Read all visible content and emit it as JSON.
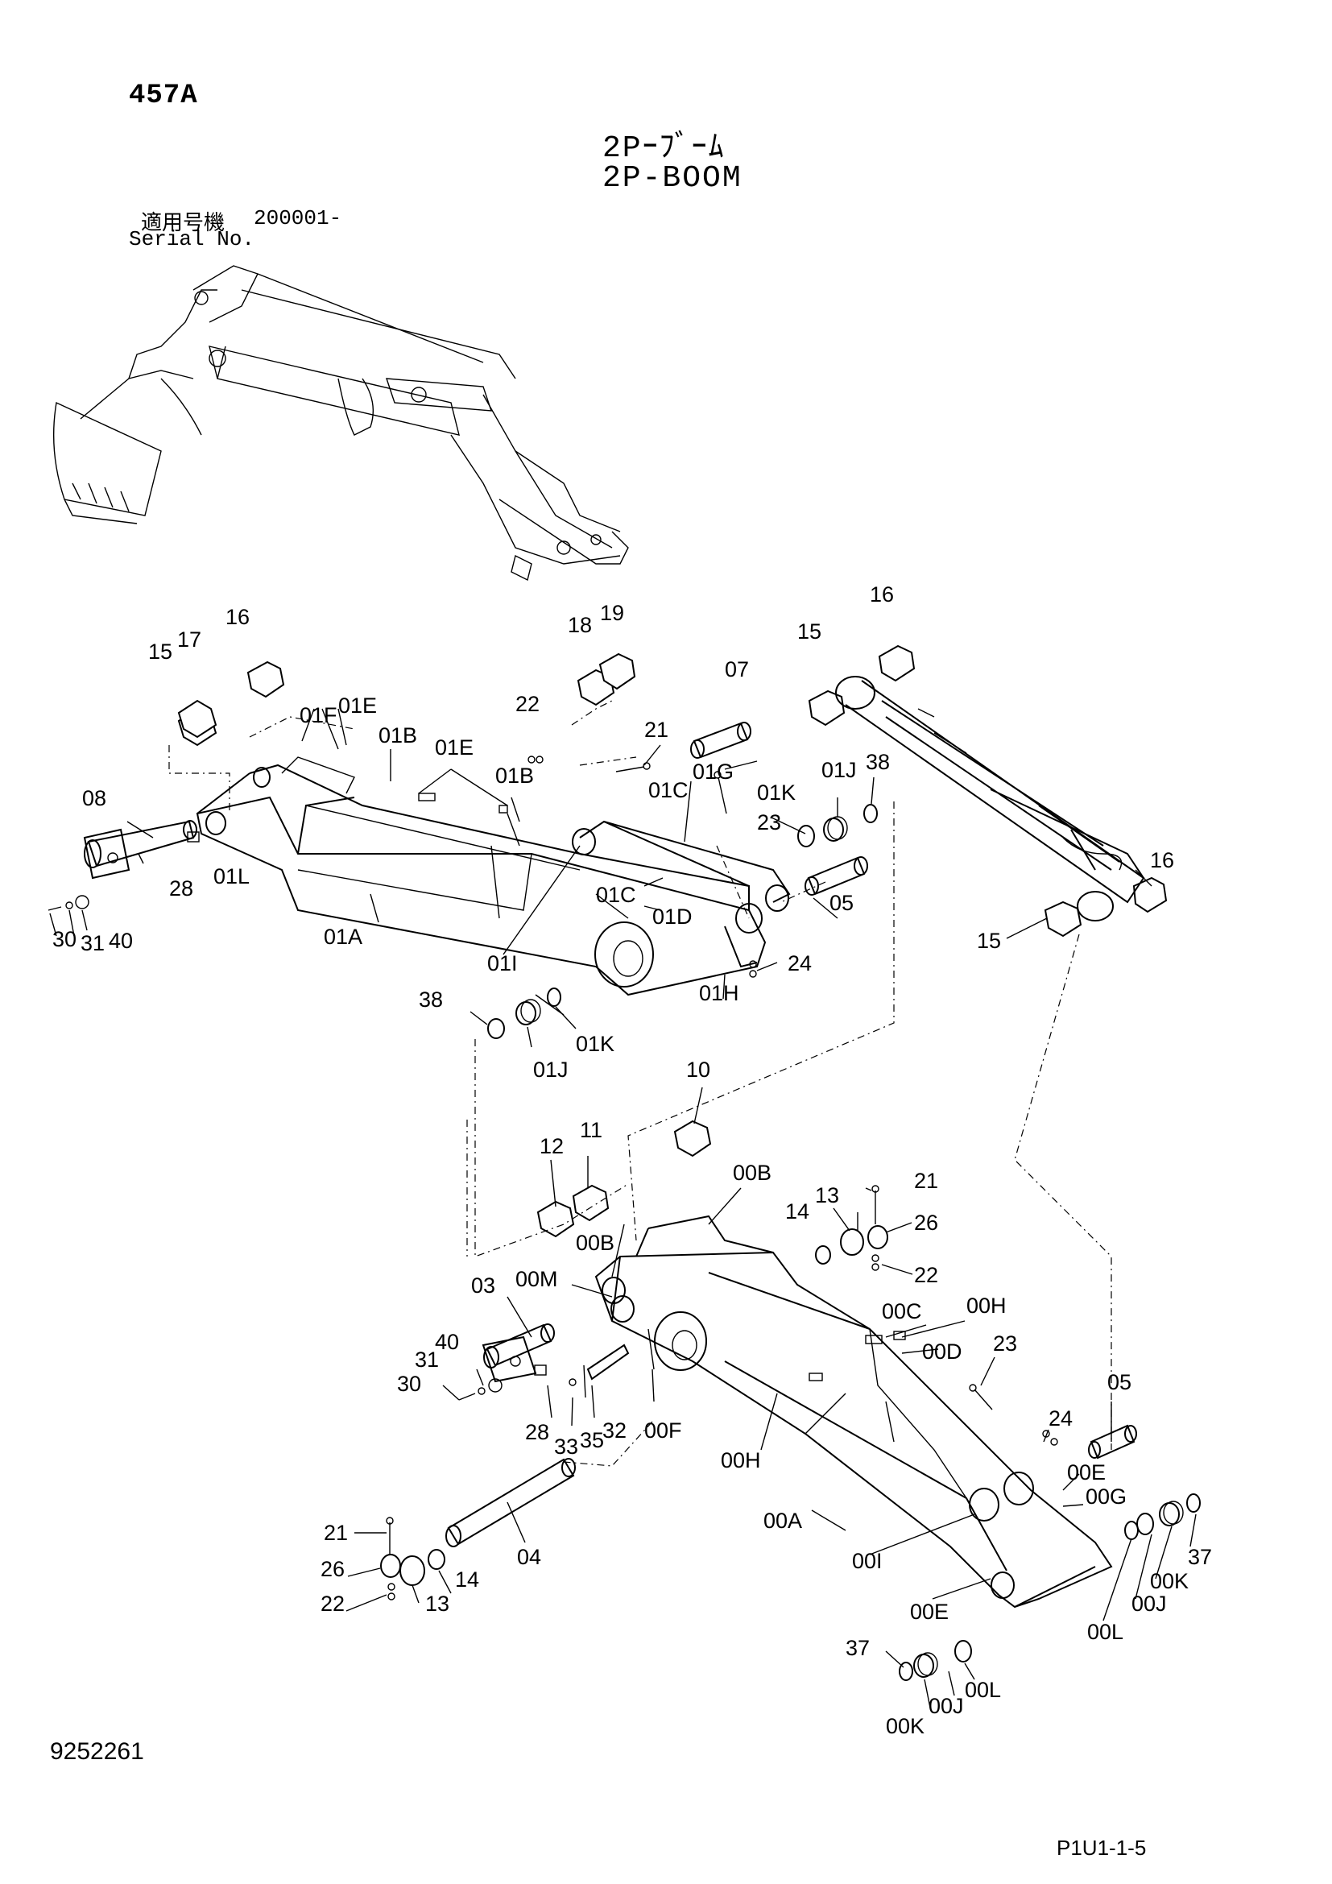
{
  "header": {
    "page_no": "457A",
    "title_jp": "2Pｰﾌﾞｰﾑ",
    "title_en": "2P-BOOM",
    "serial_label_jp": "適用号機",
    "serial_value": "200001-",
    "serial_label_en": "Serial No."
  },
  "footer": {
    "doc_no": "9252261",
    "page_ref": "P1U1-1-5"
  },
  "callouts": [
    {
      "id": "c15a",
      "text": "15"
    },
    {
      "id": "c17",
      "text": "17"
    },
    {
      "id": "c16a",
      "text": "16"
    },
    {
      "id": "c18",
      "text": "18"
    },
    {
      "id": "c19",
      "text": "19"
    },
    {
      "id": "c16b",
      "text": "16"
    },
    {
      "id": "c15b",
      "text": "15"
    },
    {
      "id": "c07",
      "text": "07"
    },
    {
      "id": "c01F",
      "text": "01F"
    },
    {
      "id": "c01Ea",
      "text": "01E"
    },
    {
      "id": "c01Ba",
      "text": "01B"
    },
    {
      "id": "c01Eb",
      "text": "01E"
    },
    {
      "id": "c22a",
      "text": "22"
    },
    {
      "id": "c21a",
      "text": "21"
    },
    {
      "id": "c01G",
      "text": "01G"
    },
    {
      "id": "c01Ka",
      "text": "01K"
    },
    {
      "id": "c01Ja",
      "text": "01J"
    },
    {
      "id": "c38a",
      "text": "38"
    },
    {
      "id": "c08",
      "text": "08"
    },
    {
      "id": "c01Bb",
      "text": "01B"
    },
    {
      "id": "c01Ca",
      "text": "01C"
    },
    {
      "id": "c23a",
      "text": "23"
    },
    {
      "id": "c28a",
      "text": "28"
    },
    {
      "id": "c01L",
      "text": "01L"
    },
    {
      "id": "c01Cb",
      "text": "01C"
    },
    {
      "id": "c01D",
      "text": "01D"
    },
    {
      "id": "c05a",
      "text": "05"
    },
    {
      "id": "c16c",
      "text": "16"
    },
    {
      "id": "c40a",
      "text": "40"
    },
    {
      "id": "c31a",
      "text": "31"
    },
    {
      "id": "c30a",
      "text": "30"
    },
    {
      "id": "c01A",
      "text": "01A"
    },
    {
      "id": "c01I",
      "text": "01I"
    },
    {
      "id": "c24a",
      "text": "24"
    },
    {
      "id": "c01H",
      "text": "01H"
    },
    {
      "id": "c15c",
      "text": "15"
    },
    {
      "id": "c38b",
      "text": "38"
    },
    {
      "id": "c01Kb",
      "text": "01K"
    },
    {
      "id": "c01Jb",
      "text": "01J"
    },
    {
      "id": "c10",
      "text": "10"
    },
    {
      "id": "c12",
      "text": "12"
    },
    {
      "id": "c11",
      "text": "11"
    },
    {
      "id": "c00Ba",
      "text": "00B"
    },
    {
      "id": "c21b",
      "text": "21"
    },
    {
      "id": "c14a",
      "text": "14"
    },
    {
      "id": "c13a",
      "text": "13"
    },
    {
      "id": "c26a",
      "text": "26"
    },
    {
      "id": "c00Bb",
      "text": "00B"
    },
    {
      "id": "c22b",
      "text": "22"
    },
    {
      "id": "c03",
      "text": "03"
    },
    {
      "id": "c00M",
      "text": "00M"
    },
    {
      "id": "c00C",
      "text": "00C"
    },
    {
      "id": "c00Ha",
      "text": "00H"
    },
    {
      "id": "c40b",
      "text": "40"
    },
    {
      "id": "c00D",
      "text": "00D"
    },
    {
      "id": "c31b",
      "text": "31"
    },
    {
      "id": "c23b",
      "text": "23"
    },
    {
      "id": "c30b",
      "text": "30"
    },
    {
      "id": "c05b",
      "text": "05"
    },
    {
      "id": "c28b",
      "text": "28"
    },
    {
      "id": "c32",
      "text": "32"
    },
    {
      "id": "c00F",
      "text": "00F"
    },
    {
      "id": "c33",
      "text": "33"
    },
    {
      "id": "c35",
      "text": "35"
    },
    {
      "id": "c24b",
      "text": "24"
    },
    {
      "id": "c00Hb",
      "text": "00H"
    },
    {
      "id": "c00E",
      "text": "00E"
    },
    {
      "id": "c00G",
      "text": "00G"
    },
    {
      "id": "c00A",
      "text": "00A"
    },
    {
      "id": "c21c",
      "text": "21"
    },
    {
      "id": "c37a",
      "text": "37"
    },
    {
      "id": "c04",
      "text": "04"
    },
    {
      "id": "c00I",
      "text": "00I"
    },
    {
      "id": "c26b",
      "text": "26"
    },
    {
      "id": "c14b",
      "text": "14"
    },
    {
      "id": "c00Ka",
      "text": "00K"
    },
    {
      "id": "c22c",
      "text": "22"
    },
    {
      "id": "c13b",
      "text": "13"
    },
    {
      "id": "c00Ja",
      "text": "00J"
    },
    {
      "id": "c00Eb",
      "text": "00E"
    },
    {
      "id": "c00La",
      "text": "00L"
    },
    {
      "id": "c37b",
      "text": "37"
    },
    {
      "id": "c00Lb",
      "text": "00L"
    },
    {
      "id": "c00Jb",
      "text": "00J"
    },
    {
      "id": "c00Kb",
      "text": "00K"
    }
  ]
}
